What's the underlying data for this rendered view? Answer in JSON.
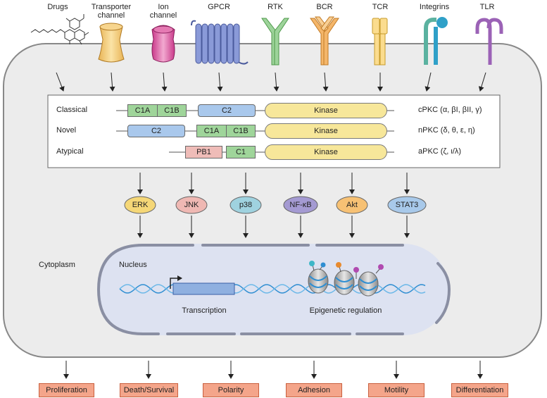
{
  "receptors": [
    "Drugs",
    "Transporter channel",
    "Ion channel",
    "GPCR",
    "RTK",
    "BCR",
    "TCR",
    "Integrins",
    "TLR"
  ],
  "pkc_rows": [
    {
      "label": "Classical",
      "class_label": "cPKC (α, βI, βII, γ)"
    },
    {
      "label": "Novel",
      "class_label": "nPKC (δ, θ, ε, η)"
    },
    {
      "label": "Atypical",
      "class_label": "aPKC (ζ, ι/λ)"
    }
  ],
  "domains": {
    "c1a": "C1A",
    "c1b": "C1B",
    "c2": "C2",
    "c1": "C1",
    "pb1": "PB1",
    "kinase": "Kinase"
  },
  "kinases": [
    "ERK",
    "JNK",
    "p38",
    "NF-κB",
    "Akt",
    "STAT3"
  ],
  "compartments": {
    "cytoplasm": "Cytoplasm",
    "nucleus": "Nucleus"
  },
  "nuclear_processes": {
    "transcription": "Transcription",
    "epigenetic": "Epigenetic regulation"
  },
  "outcomes": [
    "Proliferation",
    "Death/Survival",
    "Polarity",
    "Adhesion",
    "Motility",
    "Differentiation"
  ],
  "colors": {
    "cell_fill": "#ececec",
    "nucleus_fill": "#dde2f1",
    "dna": "#2f8ed2",
    "outcome_fill": "#f4a58a"
  }
}
